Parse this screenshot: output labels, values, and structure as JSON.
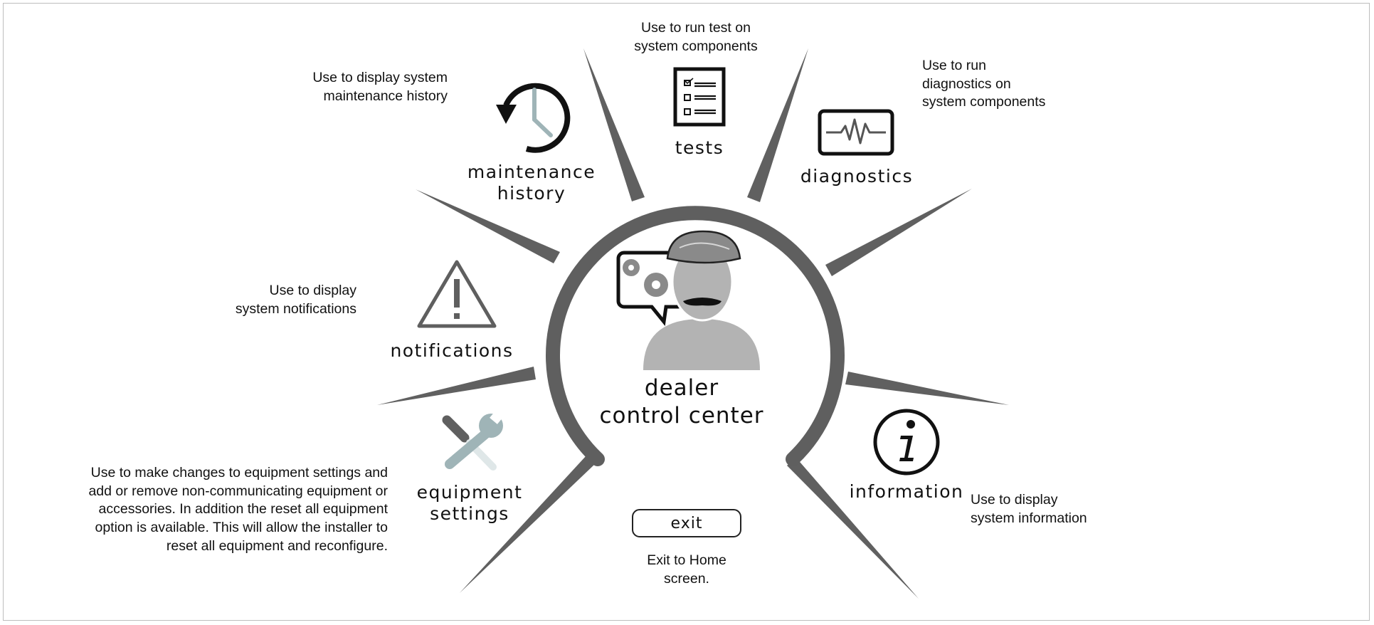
{
  "center": {
    "title": "dealer\ncontrol center"
  },
  "menu": [
    {
      "id": "tests",
      "label": "tests",
      "icon": "checklist-icon",
      "description": "Use to run test on\nsystem components"
    },
    {
      "id": "diagnostics",
      "label": "diagnostics",
      "icon": "pulse-monitor-icon",
      "description": "Use to run\ndiagnostics on\nsystem components"
    },
    {
      "id": "maintenance-history",
      "label": "maintenance\nhistory",
      "icon": "history-clock-icon",
      "description": "Use to display system\nmaintenance history"
    },
    {
      "id": "notifications",
      "label": "notifications",
      "icon": "warning-triangle-icon",
      "description": "Use to display\nsystem notifications"
    },
    {
      "id": "equipment-settings",
      "label": "equipment\nsettings",
      "icon": "wrench-screwdriver-icon",
      "description": "Use to make changes to equipment settings and\nadd or remove non-communicating equipment or\naccessories. In addition the reset all equipment\noption is available. This will allow the installer to\nreset all equipment and reconfigure."
    },
    {
      "id": "information",
      "label": "information",
      "icon": "info-circle-icon",
      "description": "Use to display\nsystem information"
    }
  ],
  "exit": {
    "label": "exit",
    "description": "Exit to Home\nscreen."
  },
  "colors": {
    "arc": "#5f5f5f",
    "ray": "#606060",
    "figure": "#b3b3b3",
    "cap": "#8a8a8a",
    "accent": "#9fb4b7",
    "text": "#111111"
  }
}
